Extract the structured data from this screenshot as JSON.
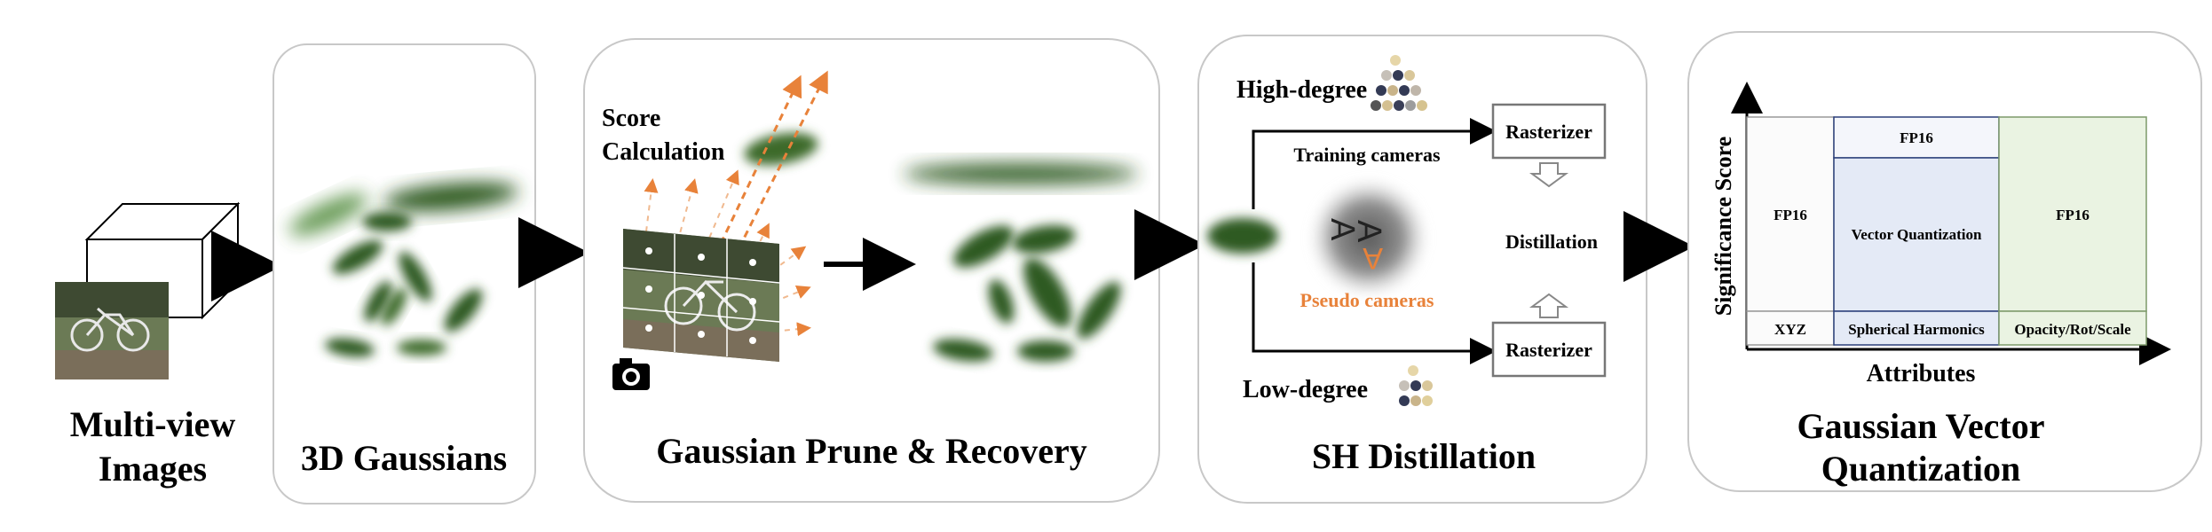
{
  "input": {
    "title_line1": "Multi-view",
    "title_line2": "Images"
  },
  "gaussians": {
    "title": "3D Gaussians"
  },
  "prune": {
    "title": "Gaussian Prune & Recovery",
    "score_line1": "Score",
    "score_line2": "Calculation"
  },
  "sh": {
    "title": "SH Distillation",
    "high_degree": "High-degree",
    "low_degree": "Low-degree",
    "training_cameras": "Training cameras",
    "pseudo_cameras": "Pseudo cameras",
    "rasterizer_top": "Rasterizer",
    "rasterizer_bottom": "Rasterizer",
    "distillation": "Distillation",
    "letter_a": "A"
  },
  "vq": {
    "title_line1": "Gaussian Vector",
    "title_line2": "Quantization",
    "y_axis": "Significance Score",
    "x_axis": "Attributes",
    "col1_top": "FP16",
    "col1_bottom": "XYZ",
    "col2_top": "FP16",
    "col2_mid": "Vector Quantization",
    "col2_bottom": "Spherical Harmonics",
    "col3_top": "FP16",
    "col3_bottom": "Opacity/Rot/Scale"
  },
  "colors": {
    "gaussian_green": "#3d6b2a",
    "accent_orange": "#e8823a",
    "vq_blue_fill": "#e4eaf6",
    "vq_green_fill": "#eaf3e2",
    "vq_border": "#2b3f7a"
  }
}
